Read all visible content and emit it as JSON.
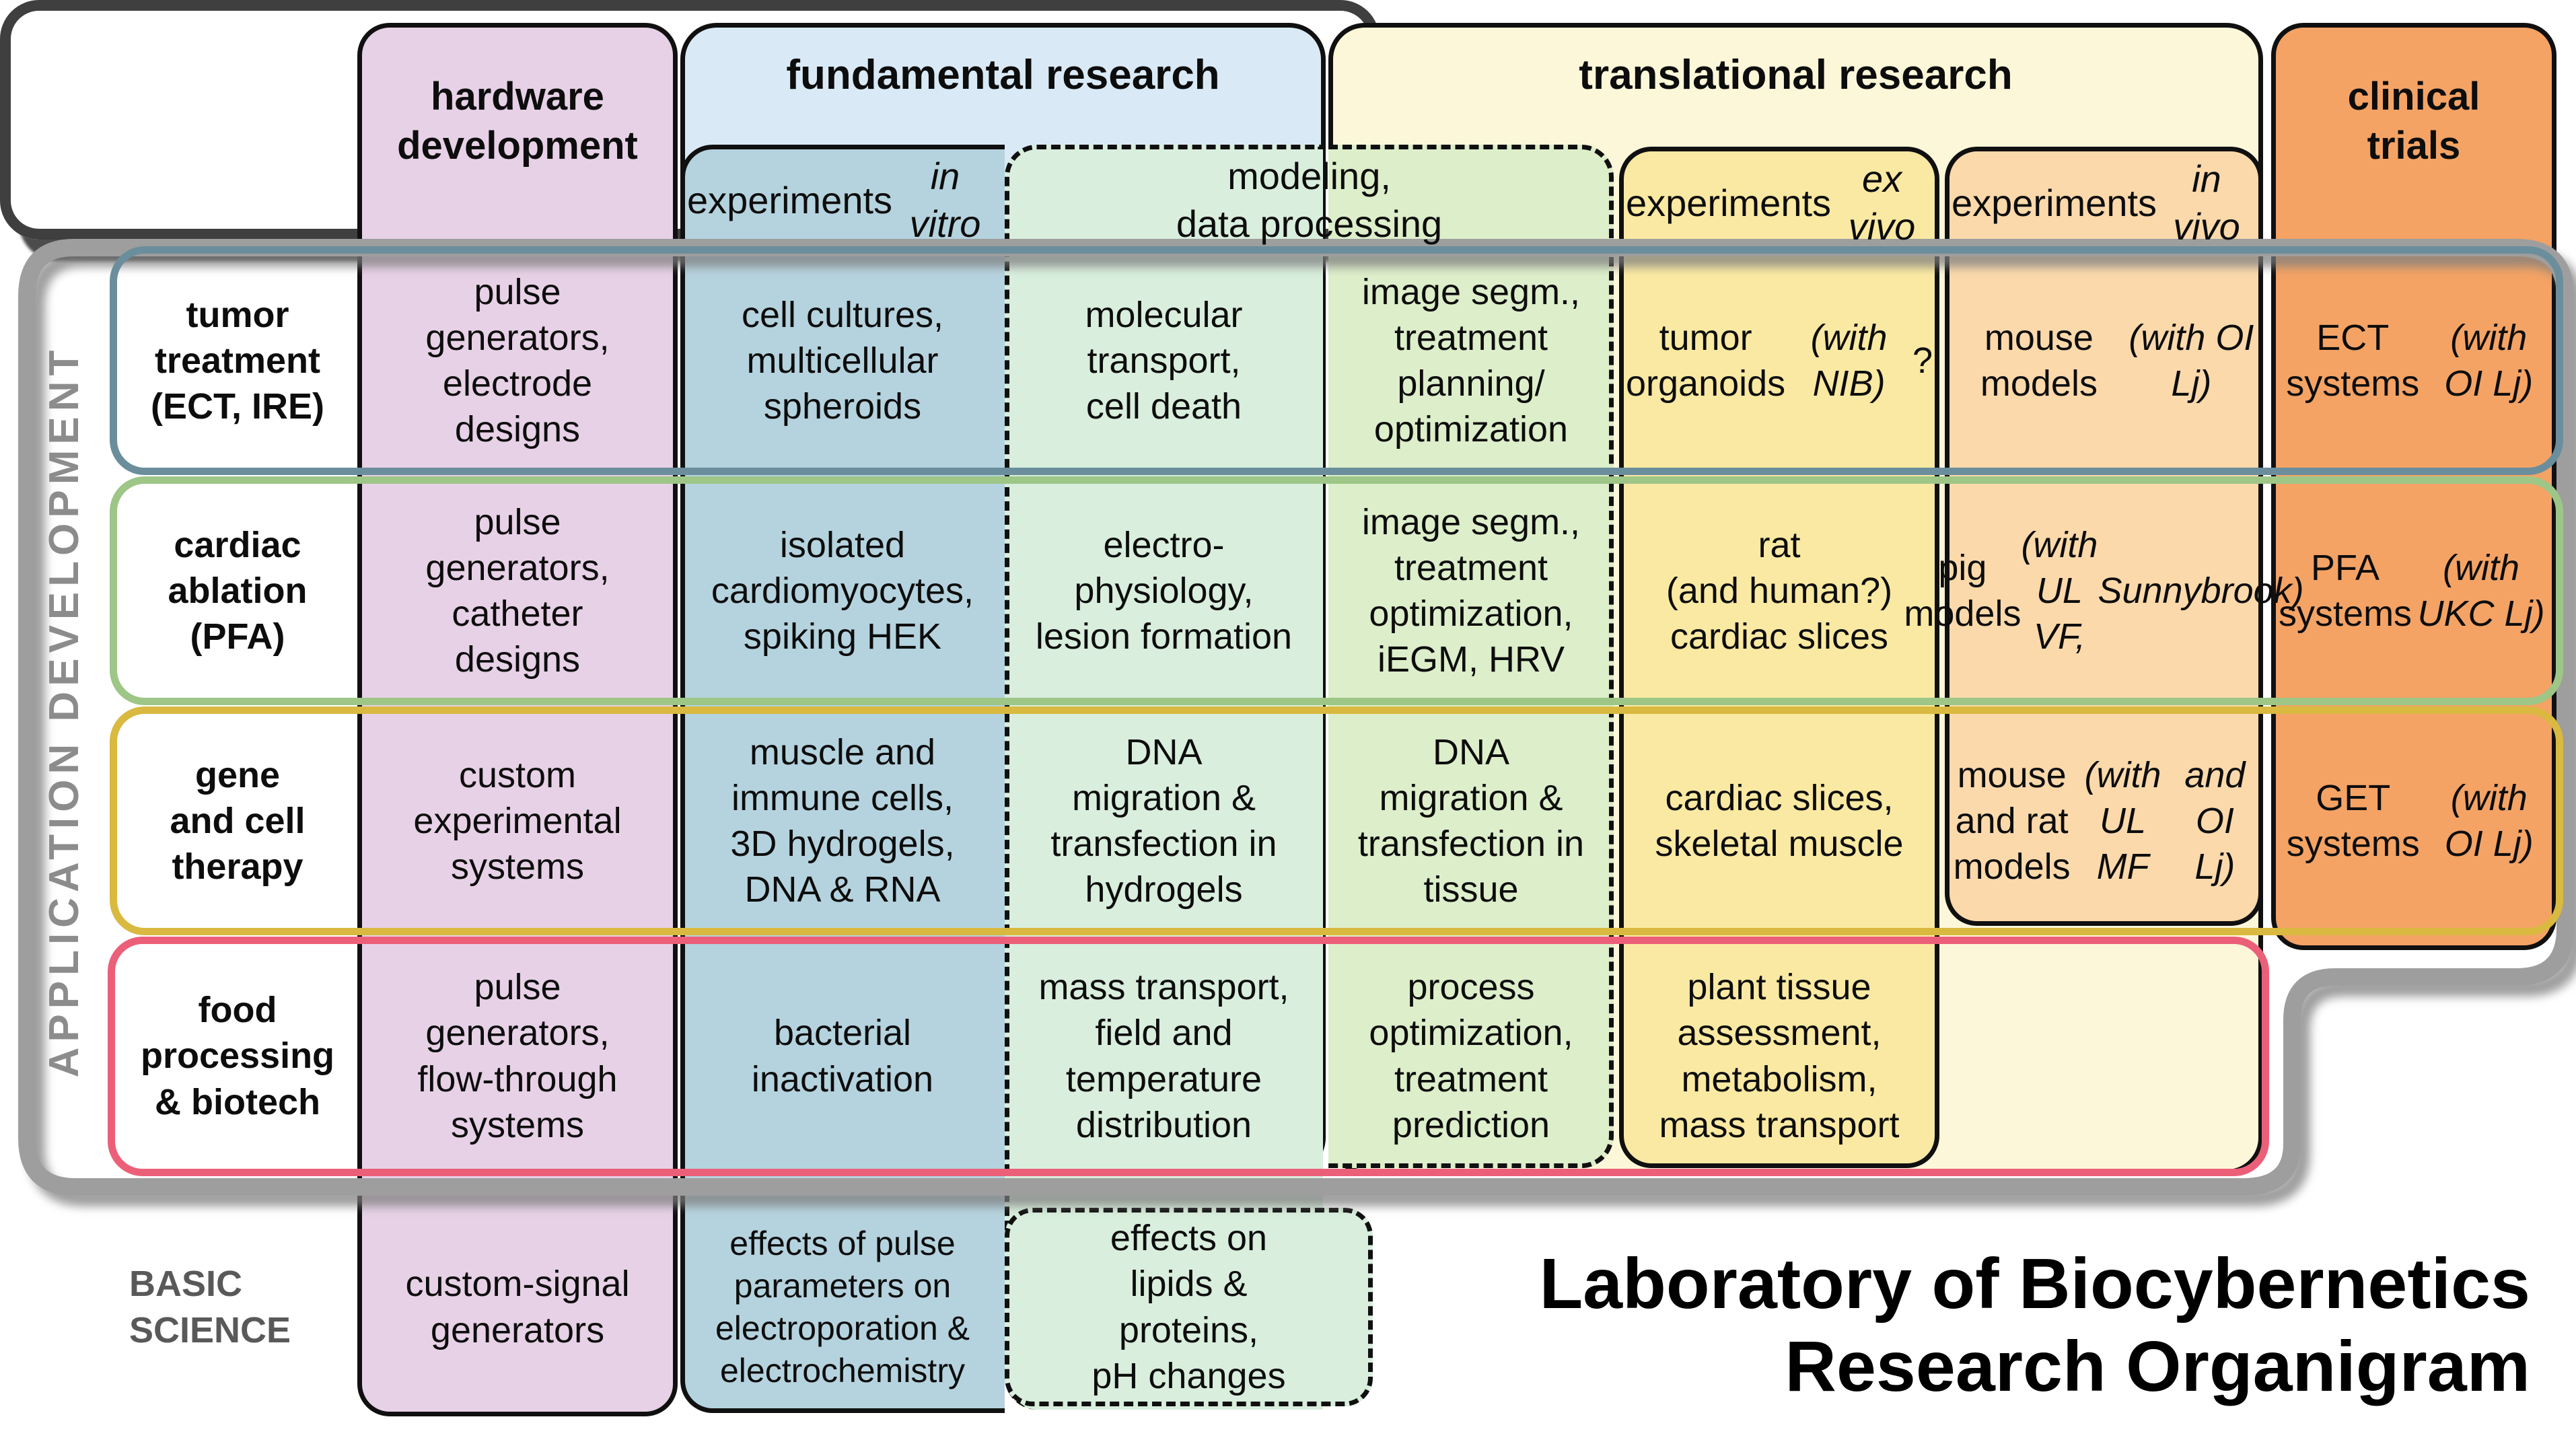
{
  "title": "Laboratory of Biocybernetics\nResearch Organigram",
  "side_label": "APPLICATION DEVELOPMENT",
  "headers": {
    "hardware": "hardware\ndevelopment",
    "fundamental": "fundamental research",
    "translational": "translational research",
    "clinical": "clinical\ntrials",
    "in_vitro": "experiments\n*in vitro*",
    "modeling": "modeling,\ndata processing",
    "ex_vivo": "experiments\n*ex vivo*",
    "in_vivo": "experiments\n*in vivo*"
  },
  "rows": [
    {
      "label": "tumor\ntreatment\n(ECT, IRE)",
      "hardware": "pulse\ngenerators,\nelectrode\ndesigns",
      "in_vitro": "cell cultures,\nmulticellular\nspheroids",
      "modeling1": "molecular\ntransport,\ncell death",
      "modeling2": "image segm.,\ntreatment\nplanning/\noptimization",
      "ex_vivo": "tumor\norganoids\n*(with NIB)*?",
      "in_vivo": "mouse models\n*(with OI Lj)*",
      "clinical": "ECT systems\n*(with OI Lj)*"
    },
    {
      "label": "cardiac\nablation\n(PFA)",
      "hardware": "pulse\ngenerators,\ncatheter\ndesigns",
      "in_vitro": "isolated\ncardiomyocytes,\nspiking HEK",
      "modeling1": "electro-\nphysiology,\nlesion formation",
      "modeling2": "image segm.,\ntreatment\noptimization,\niEGM, HRV",
      "ex_vivo": "rat\n(and human?)\ncardiac slices",
      "in_vivo": "pig models\n*(with UL VF,*\n*Sunnybrook)*",
      "clinical": "PFA systems\n*(with UKC Lj)*"
    },
    {
      "label": "gene\nand cell\ntherapy",
      "hardware": "custom\nexperimental\nsystems",
      "in_vitro": "muscle and\nimmune cells,\n3D hydrogels,\nDNA & RNA",
      "modeling1": "DNA\nmigration &\ntransfection in\nhydrogels",
      "modeling2": "DNA\nmigration &\ntransfection in\ntissue",
      "ex_vivo": "cardiac slices,\nskeletal muscle",
      "in_vivo": "mouse and rat\nmodels\n*(with UL MF*\n*and OI Lj)*",
      "clinical": "GET systems\n*(with OI Lj)*"
    },
    {
      "label": "food\nprocessing\n& biotech",
      "hardware": "pulse\ngenerators,\nflow-through\nsystems",
      "in_vitro": "bacterial\ninactivation",
      "modeling1": "mass transport,\nfield and\ntemperature\ndistribution",
      "modeling2": "process\noptimization,\ntreatment\nprediction",
      "ex_vivo": "plant tissue\nassessment,\nmetabolism,\nmass transport",
      "in_vivo": "",
      "clinical": ""
    }
  ],
  "basic": {
    "label": "BASIC\nSCIENCE",
    "hardware": "custom-signal\ngenerators",
    "in_vitro": "effects of pulse\nparameters on\nelectroporation &\nelectrochemistry",
    "modeling": "effects on\nlipids &\nproteins,\npH changes"
  },
  "colors": {
    "hardware_fill": "#e7d1e6",
    "fundamental_fill": "#d9eaf6",
    "in_vitro_fill": "#b5d3de",
    "modeling_left_fill": "#d9eedd",
    "modeling_right_fill": "#ddeeca",
    "translational_fill": "#fdf7d9",
    "ex_vivo_fill": "#fae9a2",
    "in_vivo_fill": "#fbd9ab",
    "clinical_fill": "#f4a365",
    "row_tumor_border": "#6b8e9c",
    "row_cardiac_border": "#9dc687",
    "row_gene_border": "#d9b940",
    "row_food_border": "#ec5f79",
    "outer_border": "#9e9e9e",
    "basic_border": "#3f3f3f",
    "side_label_color": "#8c8c8c"
  }
}
